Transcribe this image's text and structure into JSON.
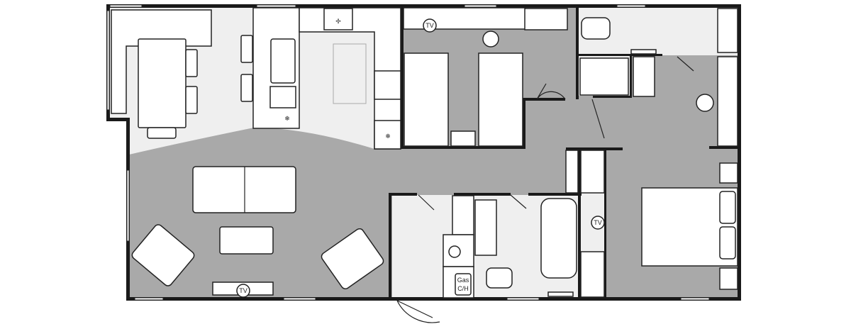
{
  "plan": {
    "labels": {
      "tv_twin_bedroom": "TV",
      "tv_living": "TV",
      "tv_master_bedroom": "TV",
      "boiler_line1": "Gas",
      "boiler_line2": "C/H"
    },
    "colors": {
      "floor_dark": "#a9a9a9",
      "floor_light": "#efefef",
      "wall": "#1a1a1a",
      "furniture": "#ffffff"
    }
  }
}
